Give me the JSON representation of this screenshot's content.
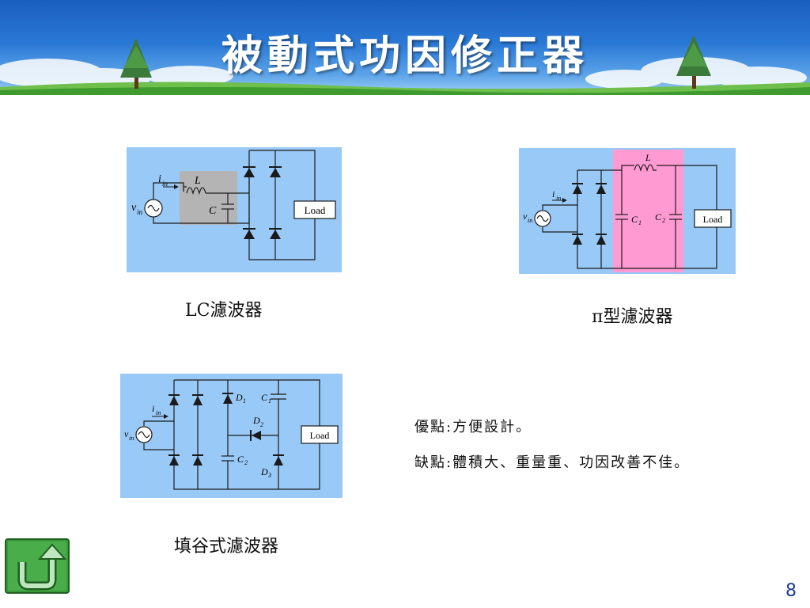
{
  "slide": {
    "title": "被動式功因修正器",
    "page_number": "8"
  },
  "captions": {
    "lc": "LC濾波器",
    "pi": "π型濾波器",
    "valley": "填谷式濾波器"
  },
  "notes": {
    "pros": "優點:方便設計。",
    "cons": "缺點:體積大、重量重、功因改善不佳。"
  },
  "diagrams": {
    "lc": {
      "inductor": "L",
      "capacitor": "C",
      "current_var": "i",
      "current_sub": "in",
      "voltage_var": "v",
      "voltage_sub": "in",
      "load": "Load"
    },
    "pi": {
      "inductor": "L",
      "cap1": "C",
      "cap1_sub": "1",
      "cap2": "C",
      "cap2_sub": "2",
      "current_var": "i",
      "current_sub": "in",
      "voltage_var": "v",
      "voltage_sub": "in",
      "load": "Load"
    },
    "valley": {
      "d1": "D",
      "d1_sub": "1",
      "d2": "D",
      "d2_sub": "2",
      "d3": "D",
      "d3_sub": "3",
      "c1": "C",
      "c1_sub": "1",
      "c2": "C",
      "c2_sub": "2",
      "current_var": "i",
      "current_sub": "in",
      "voltage_var": "v",
      "voltage_sub": "in",
      "load": "Load"
    }
  },
  "colors": {
    "diagram_bg": "#99c9f7",
    "lc_highlight": "#b4b4b4",
    "pi_highlight": "#ff9ad2",
    "title_text": "#ffffff",
    "page_number": "#1a3a9a",
    "back_button": "#3a9a3a"
  },
  "icons": {
    "back": "return-arrow-icon"
  }
}
